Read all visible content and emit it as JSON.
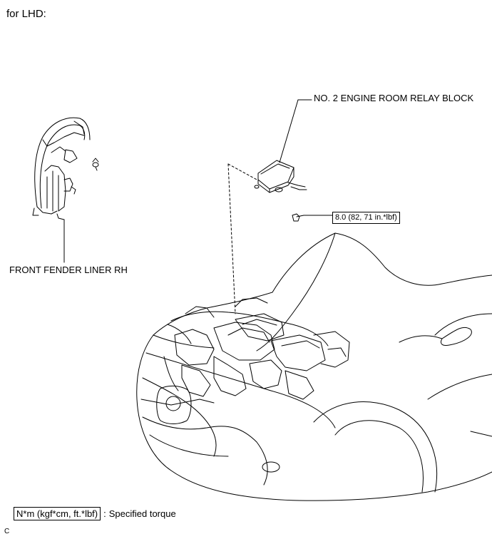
{
  "heading": "for LHD:",
  "labels": {
    "relay_block": "NO. 2 ENGINE ROOM RELAY BLOCK",
    "fender_liner": "FRONT FENDER LINER RH",
    "torque_value": "8.0 (82, 71 in.*lbf)"
  },
  "legend": {
    "unit_box": "N*m (kgf*cm, ft.*lbf)",
    "separator": ":",
    "description": "Specified torque"
  },
  "footer_code": "C",
  "icons": [
    "fender-liner-illustration",
    "relay-block-illustration",
    "bolt-icon",
    "clip-icon",
    "vehicle-front-illustration"
  ]
}
